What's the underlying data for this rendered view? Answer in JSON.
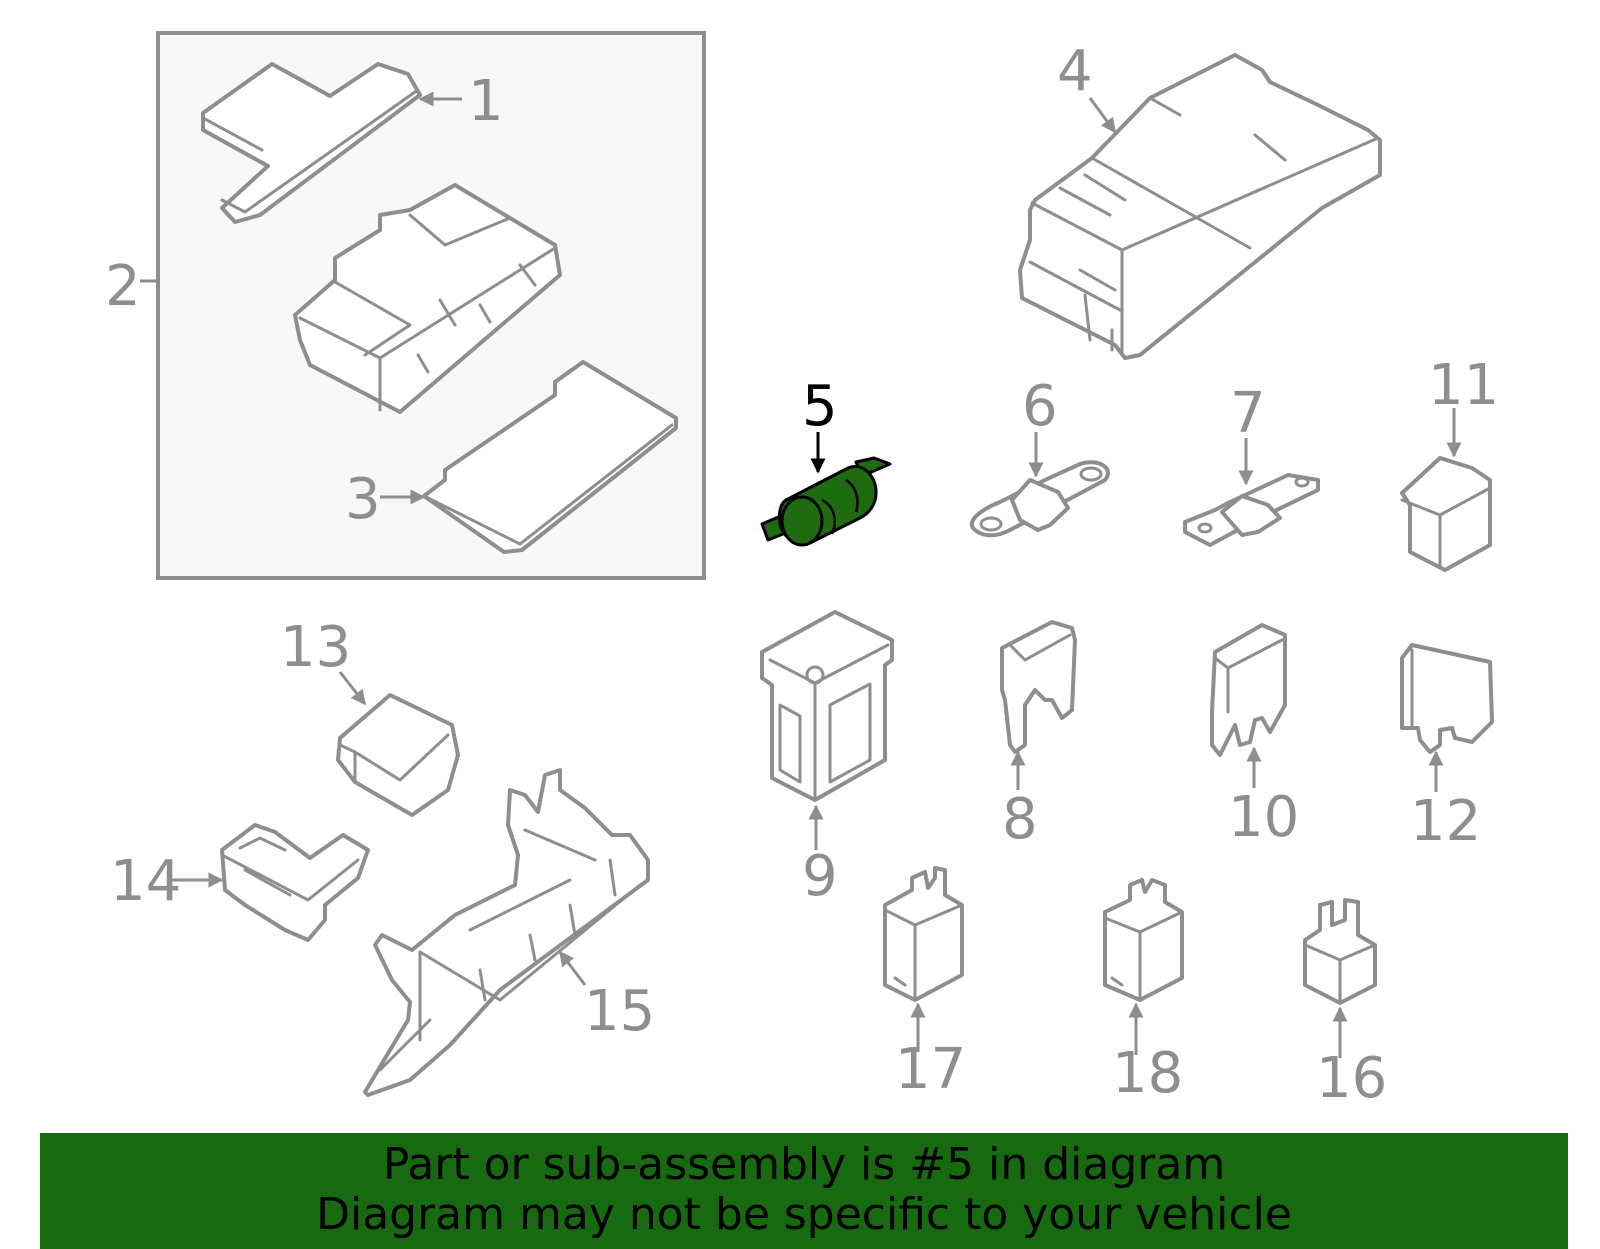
{
  "colors": {
    "line": "#8e8e8e",
    "highlight_fill": "#1f6b10",
    "banner_bg": "#186a10",
    "banner_text": "#000000",
    "group_box_bg": "#f8f8f8"
  },
  "callouts": {
    "c1": "1",
    "c2": "2",
    "c3": "3",
    "c4": "4",
    "c5": "5",
    "c6": "6",
    "c7": "7",
    "c8": "8",
    "c9": "9",
    "c10": "10",
    "c11": "11",
    "c12": "12",
    "c13": "13",
    "c14": "14",
    "c15": "15",
    "c16": "16",
    "c17": "17",
    "c18": "18"
  },
  "highlighted_part": "5",
  "banner": {
    "line1": "Part or sub-assembly is #5 in diagram",
    "line2": "Diagram may not be specific to your vehicle"
  }
}
